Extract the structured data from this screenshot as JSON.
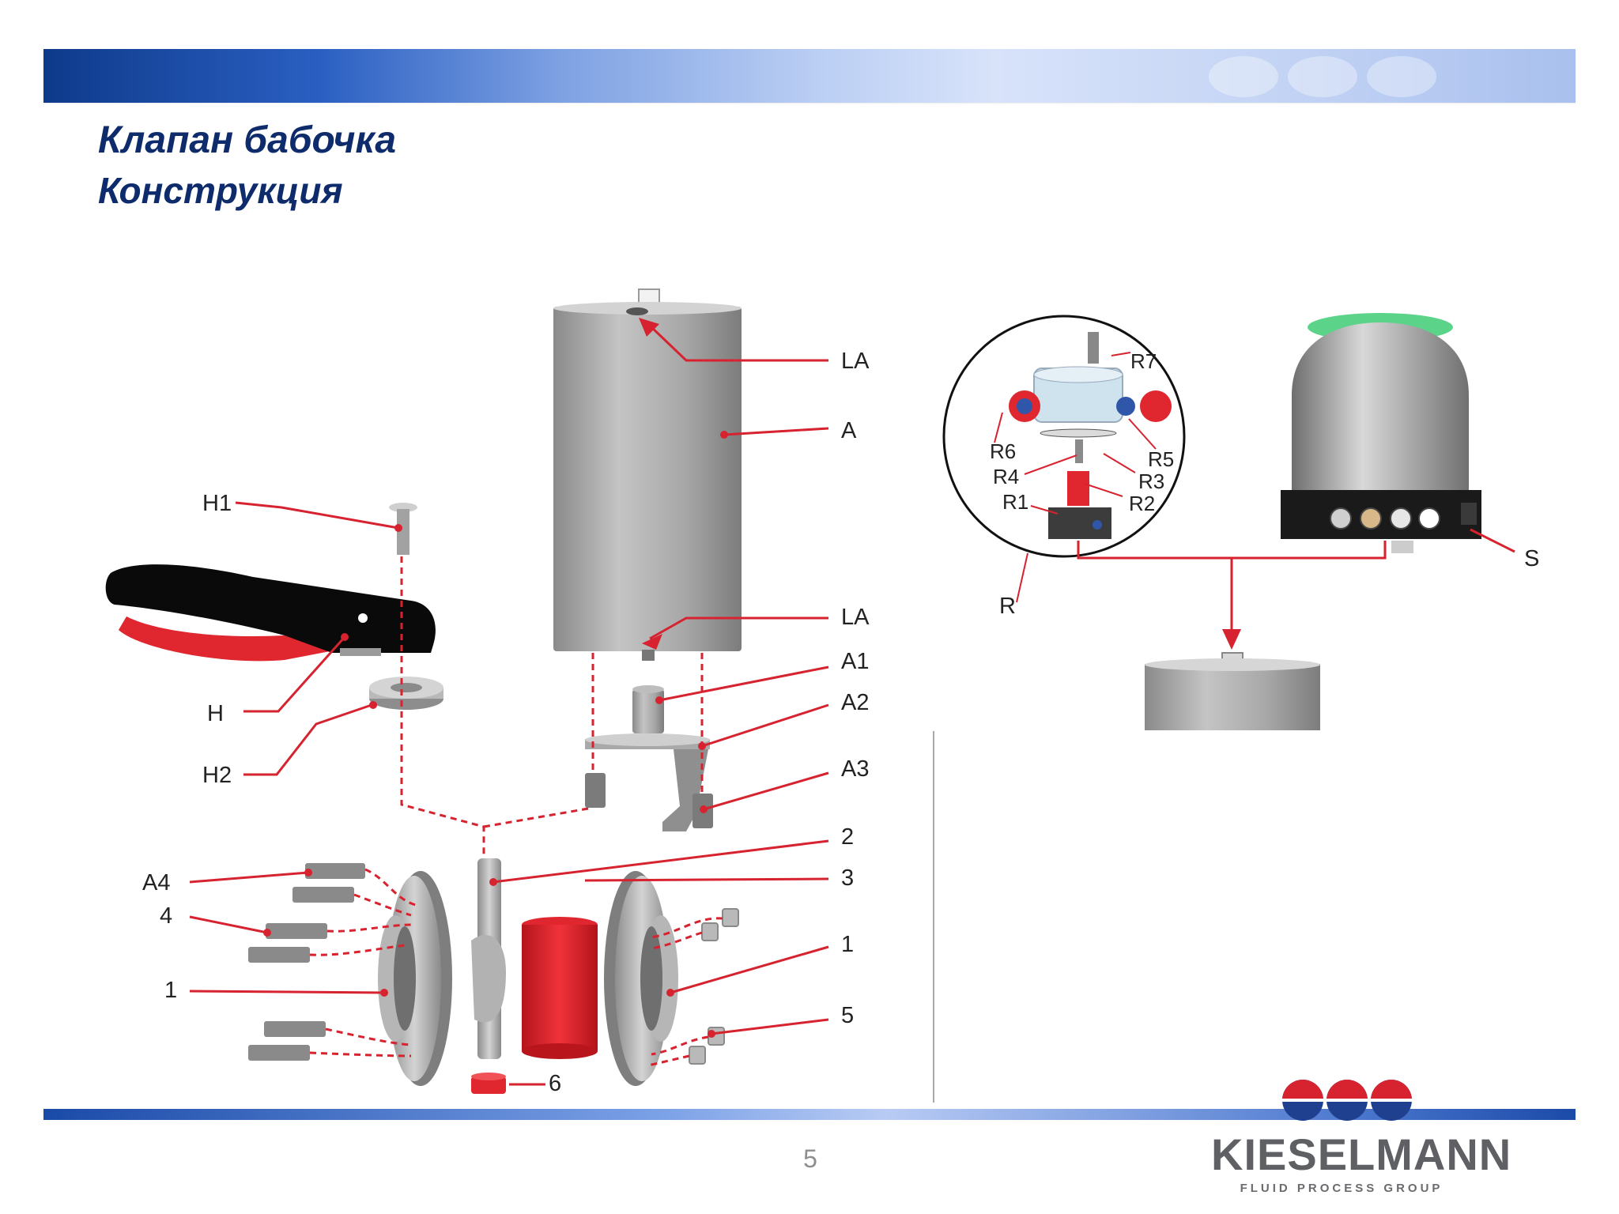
{
  "slide": {
    "title": "Клапан бабочка",
    "subtitle": "Конструкция",
    "page_number": "5"
  },
  "brand": {
    "name": "KIESELMANN",
    "tagline": "FLUID PROCESS GROUP"
  },
  "labels": {
    "LA_top": "LA",
    "A": "A",
    "LA_bottom": "LA",
    "A1": "A1",
    "A2": "A2",
    "A3": "A3",
    "H1": "H1",
    "H": "H",
    "H2": "H2",
    "n2": "2",
    "n3": "3",
    "n1_right": "1",
    "n5": "5",
    "n6": "6",
    "A4": "A4",
    "n4": "4",
    "n1_left": "1",
    "R7": "R7",
    "R6": "R6",
    "R5": "R5",
    "R4": "R4",
    "R3": "R3",
    "R1": "R1",
    "R2": "R2",
    "R": "R",
    "S": "S"
  },
  "colors": {
    "title": "#0e2b6b",
    "leader_red": "#d6232f",
    "part_gray": "#9b9b9b",
    "seat_red": "#e0262e",
    "handle_black": "#0a0a0a",
    "indicator_green": "#5bd48a"
  }
}
